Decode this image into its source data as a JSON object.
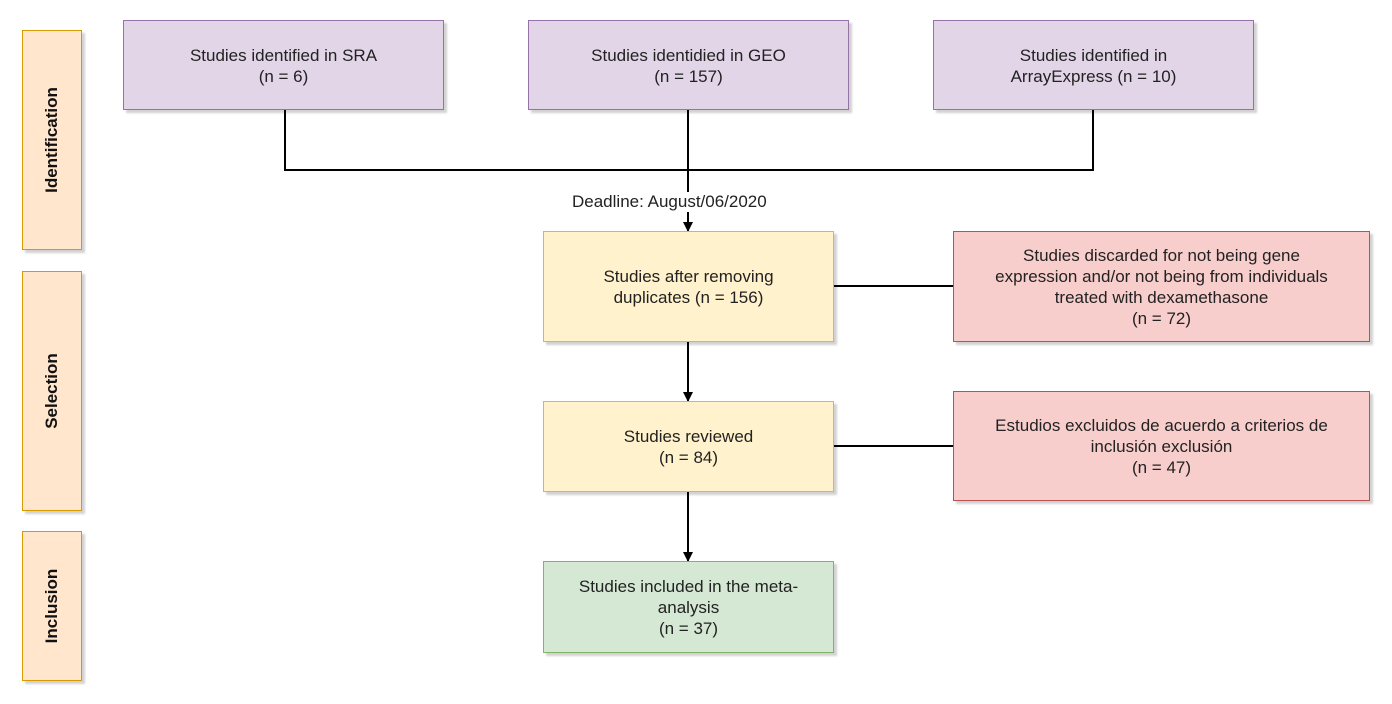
{
  "stages": [
    {
      "id": "identification",
      "label": "Identification"
    },
    {
      "id": "selection",
      "label": "Selection"
    },
    {
      "id": "inclusion",
      "label": "Inclusion"
    }
  ],
  "boxes": {
    "sra": {
      "lines": [
        "Studies identified in SRA",
        "(n = 6)"
      ]
    },
    "geo": {
      "lines": [
        "Studies identidied in GEO",
        "(n = 157)"
      ]
    },
    "arrayexpress": {
      "lines": [
        "Studies identified in",
        "ArrayExpress (n = 10)"
      ]
    },
    "after_duplicates": {
      "lines": [
        "Studies after removing",
        "duplicates (n = 156)"
      ]
    },
    "discarded": {
      "lines": [
        "Studies discarded for not being gene",
        "expression and/or not being from individuals",
        "treated with dexamethasone",
        "(n = 72)"
      ]
    },
    "reviewed": {
      "lines": [
        "Studies reviewed",
        "(n = 84)"
      ]
    },
    "excluded": {
      "lines": [
        "Estudios excluidos de acuerdo a criterios de",
        "inclusión exclusión",
        "(n = 47)"
      ]
    },
    "included": {
      "lines": [
        "Studies included in the meta-",
        "analysis",
        "(n = 37)"
      ]
    }
  },
  "edge_labels": {
    "deadline": "Deadline: August/06/2020"
  },
  "colors": {
    "identification_fill": "#e1d5e7",
    "process_fill": "#fff2cc",
    "excluded_fill": "#f8cecc",
    "included_fill": "#d5e8d4",
    "stage_fill": "#ffe6cc"
  }
}
